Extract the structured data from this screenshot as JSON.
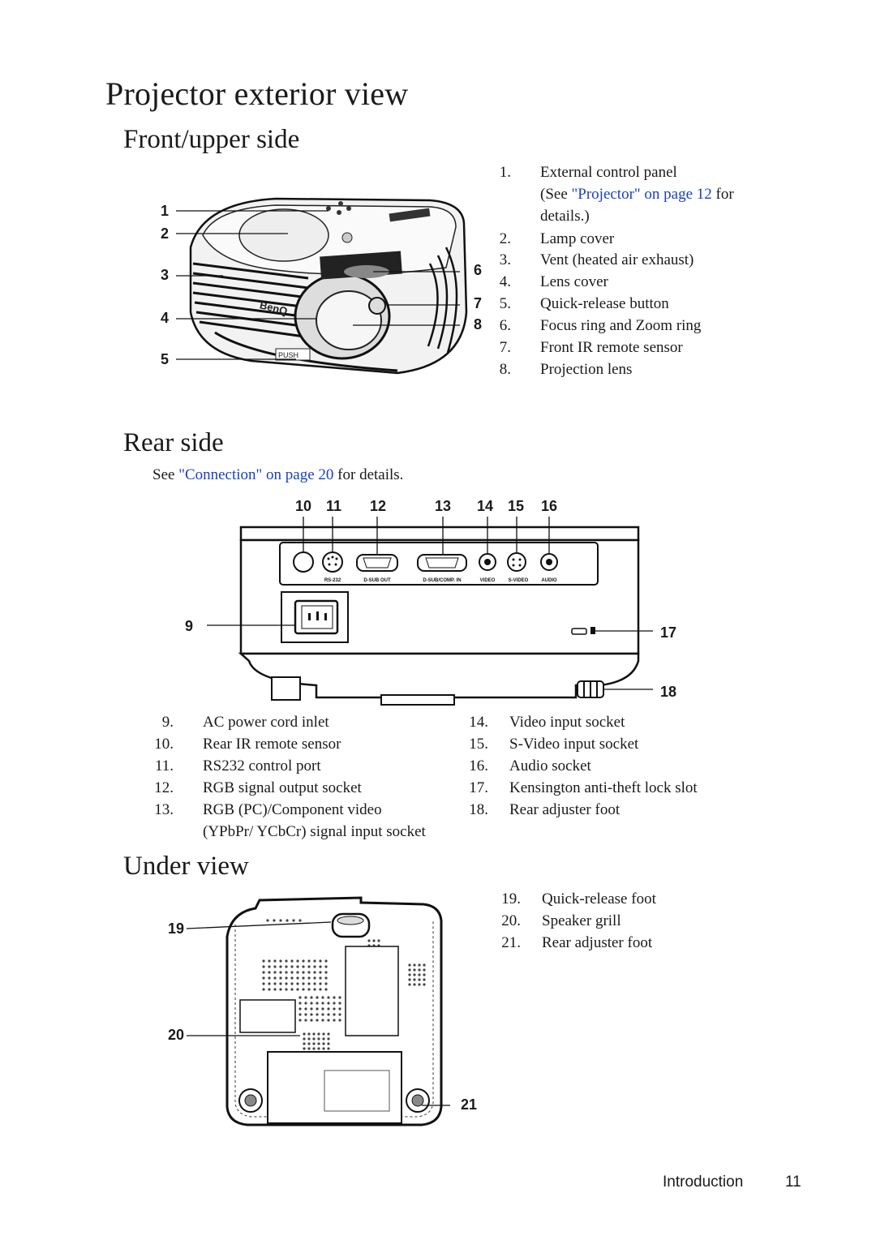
{
  "page": {
    "title": "Projector exterior view",
    "footer_section": "Introduction",
    "footer_page": "11"
  },
  "front": {
    "heading": "Front/upper side",
    "callouts": [
      "1",
      "2",
      "3",
      "4",
      "5",
      "6",
      "7",
      "8"
    ],
    "items": [
      {
        "num": "1.",
        "text": "External control panel"
      },
      {
        "num": "",
        "text_pre": "(See ",
        "link": "\"Projector\" on page 12",
        "text_post": " for"
      },
      {
        "num": "",
        "text": "details.)"
      },
      {
        "num": "2.",
        "text": "Lamp cover"
      },
      {
        "num": "3.",
        "text": "Vent (heated air exhaust)"
      },
      {
        "num": "4.",
        "text": "Lens cover"
      },
      {
        "num": "5.",
        "text": "Quick-release button"
      },
      {
        "num": "6.",
        "text": "Focus ring and Zoom ring"
      },
      {
        "num": "7.",
        "text": "Front IR remote sensor"
      },
      {
        "num": "8.",
        "text": "Projection lens"
      }
    ]
  },
  "rear": {
    "heading": "Rear side",
    "note_pre": "See ",
    "note_link": "\"Connection\" on page 20",
    "note_post": " for details.",
    "callouts": [
      "10",
      "11",
      "12",
      "13",
      "14",
      "15",
      "16",
      "9",
      "17",
      "18"
    ],
    "port_labels": [
      "RS-232",
      "D-SUB OUT",
      "D-SUB/COMP. IN",
      "VIDEO",
      "S-VIDEO",
      "AUDIO"
    ],
    "items_left": [
      {
        "num": "9.",
        "text": "AC power cord inlet"
      },
      {
        "num": "10.",
        "text": "Rear IR remote sensor"
      },
      {
        "num": "11.",
        "text": "RS232 control port"
      },
      {
        "num": "12.",
        "text": "RGB signal output socket"
      },
      {
        "num": "13.",
        "text": "RGB (PC)/Component video"
      },
      {
        "num": "",
        "text": "(YPbPr/ YCbCr) signal input socket"
      }
    ],
    "items_right": [
      {
        "num": "14.",
        "text": "Video input socket"
      },
      {
        "num": "15.",
        "text": "S-Video input socket"
      },
      {
        "num": "16.",
        "text": "Audio socket"
      },
      {
        "num": "17.",
        "text": "Kensington anti-theft lock slot"
      },
      {
        "num": "18.",
        "text": "Rear adjuster foot"
      }
    ]
  },
  "under": {
    "heading": "Under view",
    "callouts": [
      "19",
      "20",
      "21"
    ],
    "items": [
      {
        "num": "19.",
        "text": "Quick-release foot"
      },
      {
        "num": "20.",
        "text": "Speaker grill"
      },
      {
        "num": "21.",
        "text": "Rear adjuster foot"
      }
    ]
  },
  "logo_text": "BenQ"
}
